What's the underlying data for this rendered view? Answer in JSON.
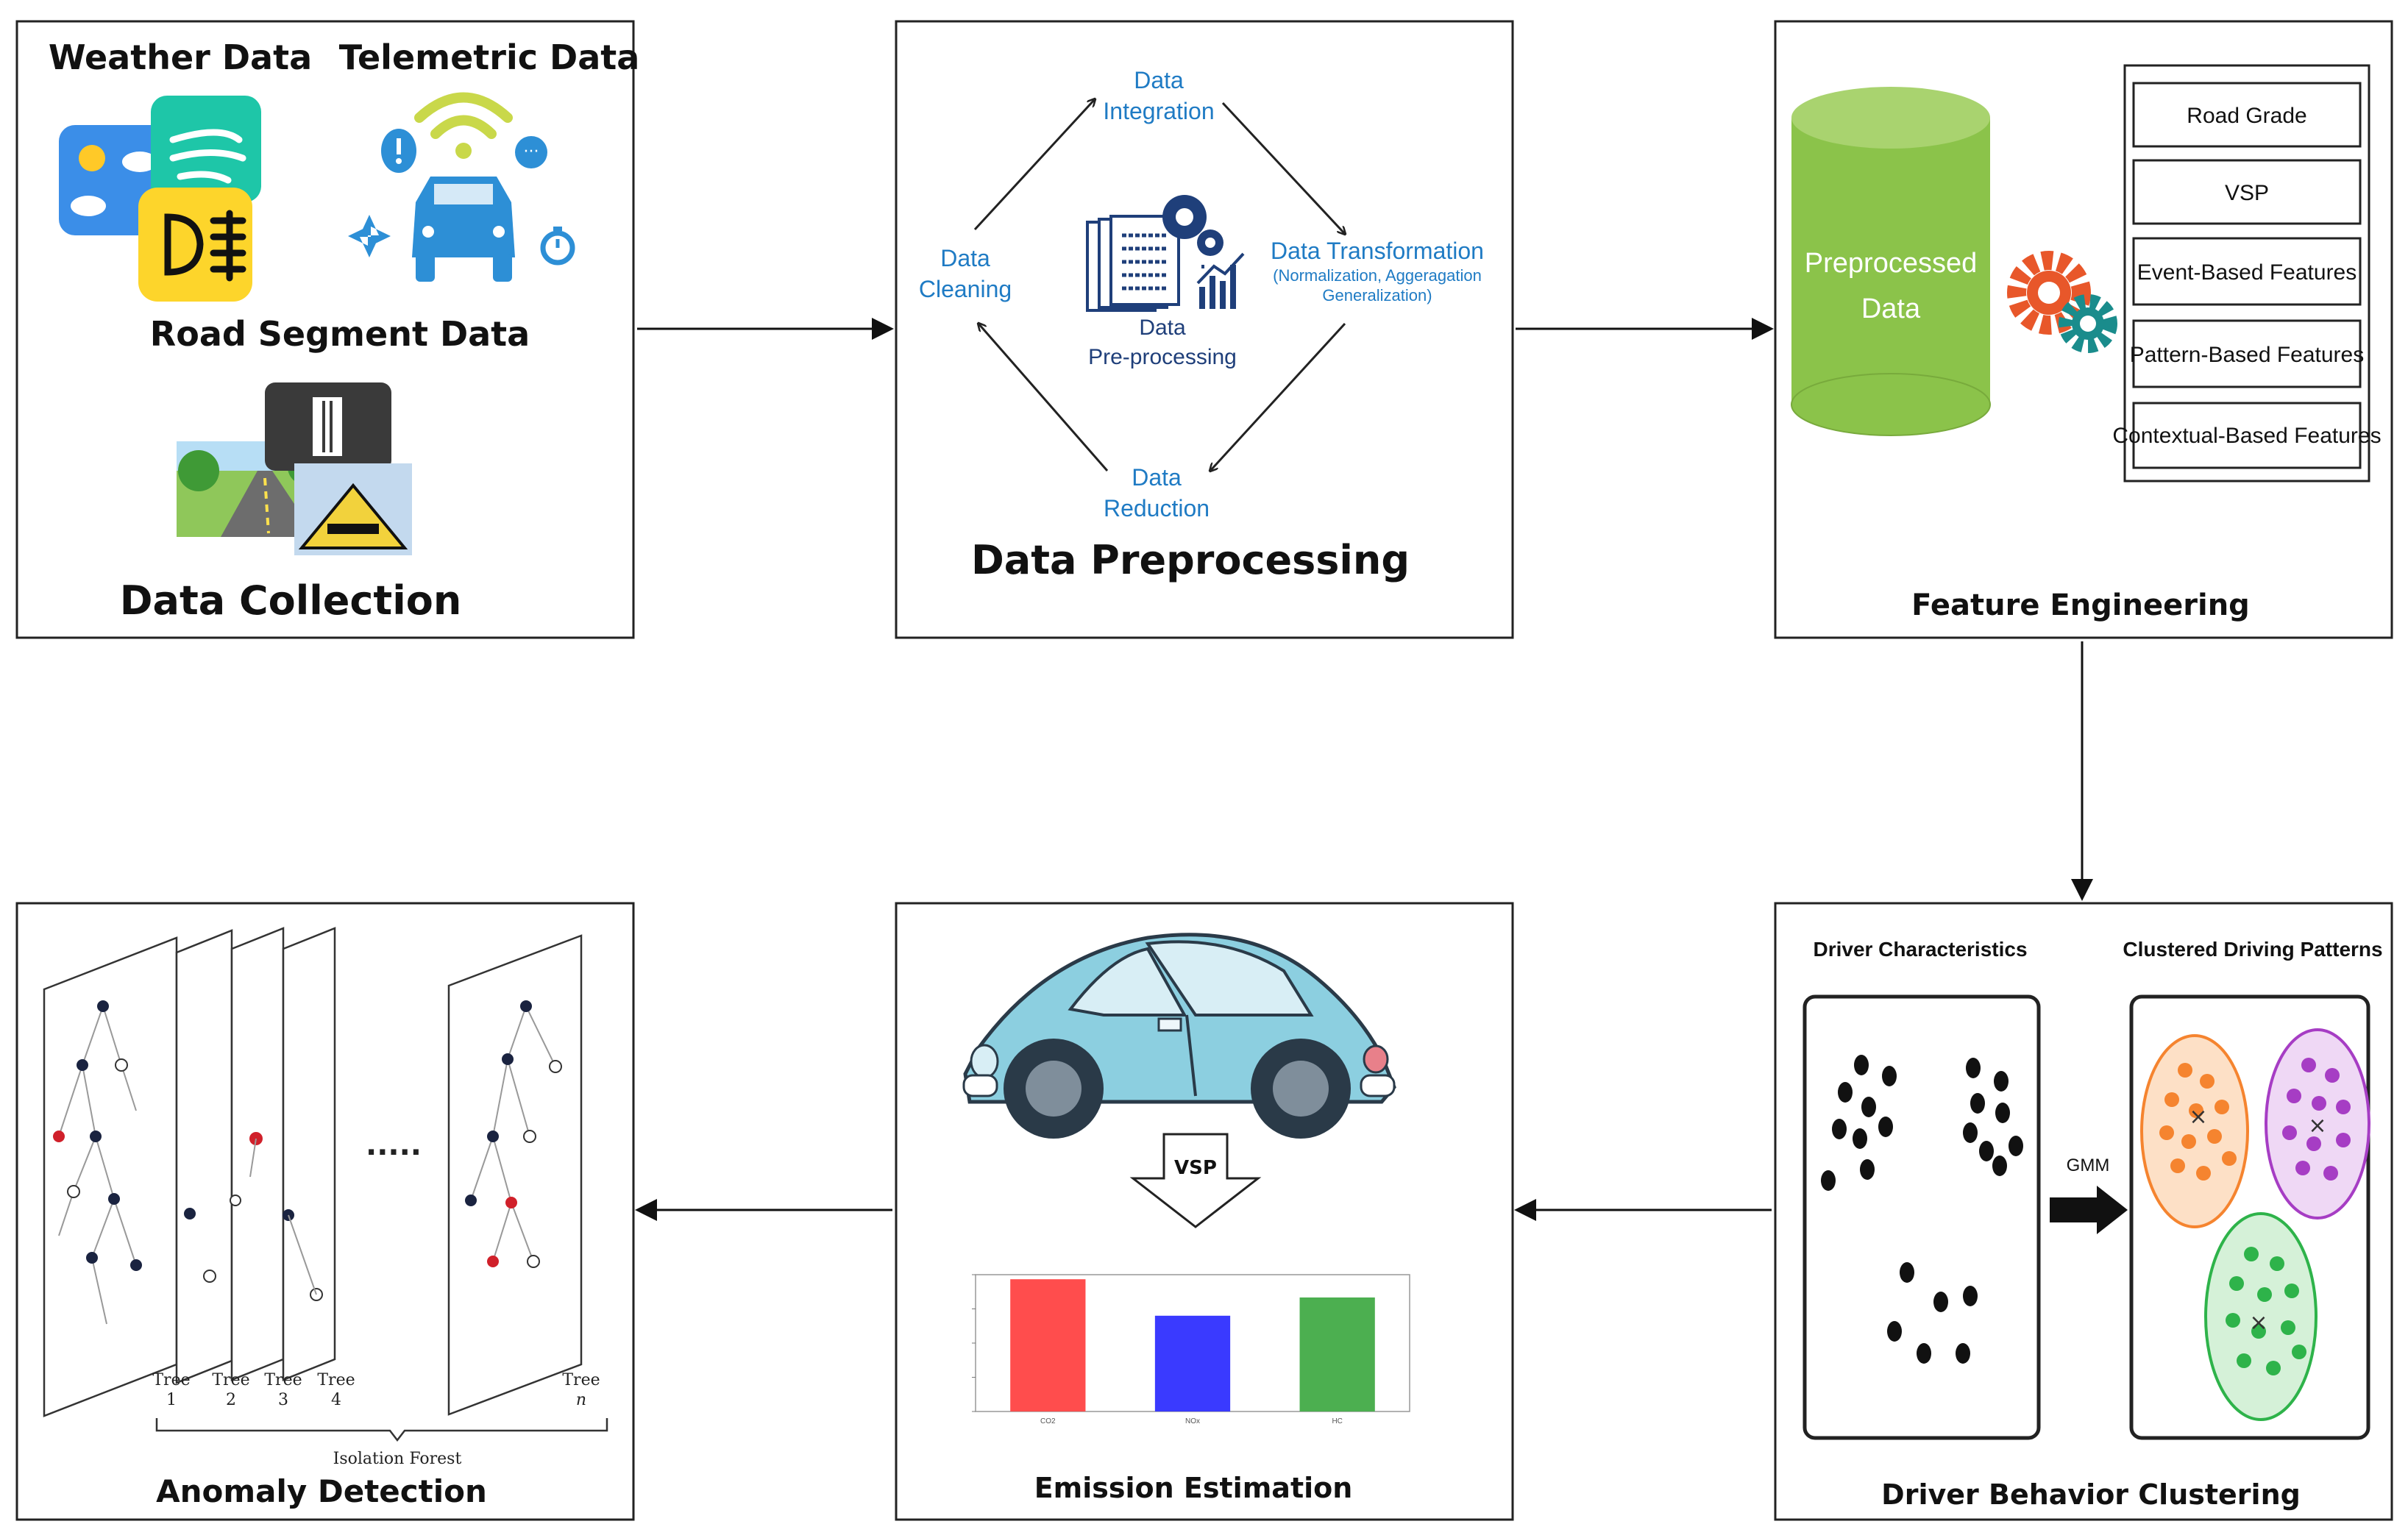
{
  "colors": {
    "blue_text": "#1f7bc4",
    "navy": "#1f3f7a",
    "cylinder_green": "#8bc34a",
    "car_body": "#8ccfe0",
    "gear_orange": "#e8572a",
    "gear_teal": "#1a8c8c",
    "bar_red": "#ff4d4d",
    "bar_blue": "#3a3aff",
    "bar_green": "#4caf50",
    "cluster_orange": "#f5842f",
    "cluster_purple": "#a63dc4",
    "cluster_green": "#2eb34a"
  },
  "collection": {
    "weather": "Weather Data",
    "telemetric": "Telemetric Data",
    "road": "Road Segment Data",
    "title": "Data Collection",
    "icons": [
      "weather-icon",
      "fog-light-icon",
      "wifi-icon",
      "car-icon",
      "road-icon",
      "sign-icon"
    ]
  },
  "preprocessing": {
    "integration": [
      "Data",
      "Integration"
    ],
    "transformation": [
      "Data Transformation",
      "(Normalization, Aggeragation",
      "Generalization)"
    ],
    "reduction": [
      "Data",
      "Reduction"
    ],
    "cleaning": [
      "Data",
      "Cleaning"
    ],
    "center": [
      "Data",
      "Pre-processing"
    ],
    "title": "Data Preprocessing"
  },
  "features": {
    "cylinder": [
      "Preprocessed",
      "Data"
    ],
    "items": [
      "Road Grade",
      "VSP",
      "Event-Based Features",
      "Pattern-Based Features",
      "Contextual-Based Features"
    ],
    "title": "Feature Engineering"
  },
  "clustering": {
    "left_title": "Driver Characteristics",
    "right_title": "Clustered Driving Patterns",
    "method": "GMM",
    "title": "Driver Behavior Clustering"
  },
  "emission": {
    "arrow_label": "VSP",
    "title": "Emission Estimation"
  },
  "chart_data": {
    "type": "bar",
    "categories": [
      "CO2",
      "NOx",
      "HC"
    ],
    "values": [
      8.7,
      6.3,
      7.5
    ],
    "ylim": [
      0,
      9
    ],
    "title": "",
    "xlabel": "",
    "ylabel": ""
  },
  "anomaly": {
    "trees": [
      {
        "word": "Tree",
        "num": "1"
      },
      {
        "word": "Tree",
        "num": "2"
      },
      {
        "word": "Tree",
        "num": "3"
      },
      {
        "word": "Tree",
        "num": "4"
      },
      {
        "word": "Tree",
        "num": "n"
      }
    ],
    "ellipsis": ".....",
    "forest": "Isolation Forest",
    "title": "Anomaly Detection"
  }
}
